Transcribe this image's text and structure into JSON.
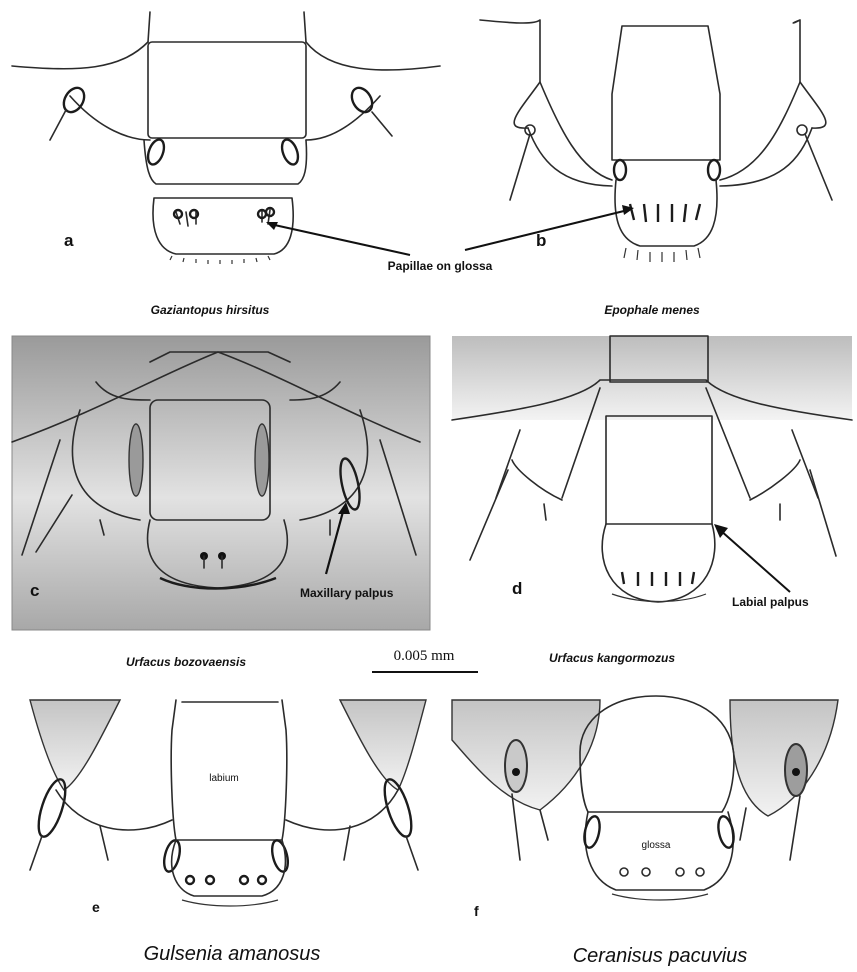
{
  "panels": [
    {
      "letter": "a",
      "species": "Gaziantopus hirsitus"
    },
    {
      "letter": "b",
      "species": "Epophale menes"
    },
    {
      "letter": "c",
      "species": "Urfacus bozovaensis"
    },
    {
      "letter": "d",
      "species": "Urfacus kangormozus"
    },
    {
      "letter": "e",
      "species": "Gulsenia amanosus"
    },
    {
      "letter": "f",
      "species": "Ceranisus pacuvius"
    }
  ],
  "annotations": {
    "papillae": "Papillae on glossa",
    "maxillary": "Maxillary palpus",
    "labial": "Labial palpus",
    "labium": "labium",
    "glossa": "glossa"
  },
  "scale_bar": {
    "label": "0.005 mm"
  }
}
